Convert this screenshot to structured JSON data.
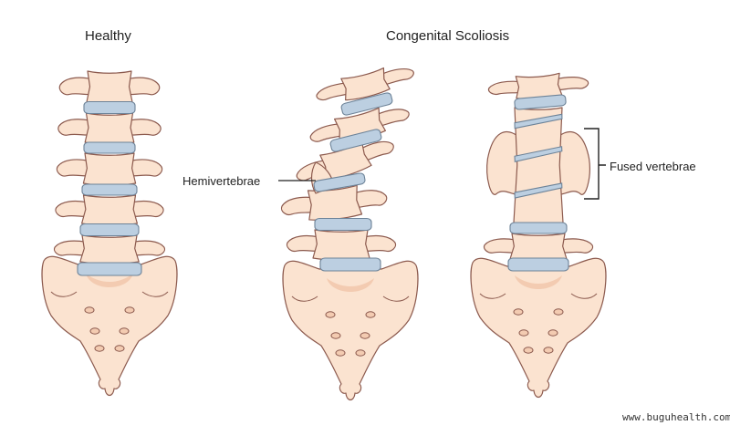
{
  "titles": {
    "healthy": "Healthy",
    "congenital_scoliosis": "Congenital Scoliosis"
  },
  "annotations": {
    "hemivertebrae": "Hemivertebrae",
    "fused_vertebrae": "Fused vertebrae"
  },
  "watermark": "www.buguhealth.com",
  "colors": {
    "bone_fill": "#fbe3d0",
    "bone_shade": "#f3cbb1",
    "bone_outline": "#8c5a4e",
    "disc_fill": "#bccfe1",
    "disc_outline": "#6d8398",
    "label_line": "#222222"
  }
}
